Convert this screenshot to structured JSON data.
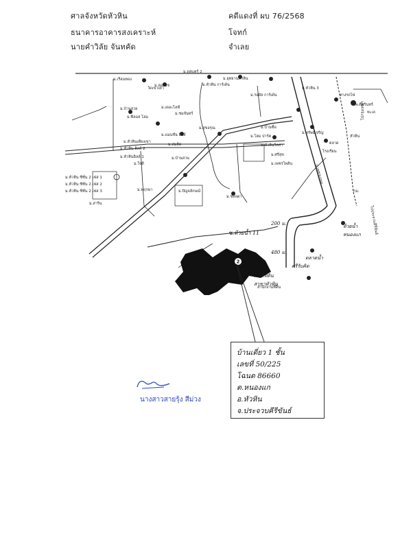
{
  "header": {
    "court": "ศาลจังหวัดหัวหิน",
    "plaintiff": "ธนาคารอาคารสงเคราะห์",
    "defendant": "นายคำวิลัย จันทคัด",
    "case_no": "คดีแดงที่ ผบ 76/2568",
    "plaintiff_role": "โจทก์",
    "defendant_role": "จำเลย"
  },
  "map": {
    "labels": [
      "ม.เรือนทอง",
      "ม.ลองบีช",
      "ม.ดูสแตร์ 2",
      "ม.อุทยานหัวหิน",
      "ม.หัวหิน การ์เด้น",
      "วัดเขาเต่า",
      "ม.บ้านสวย",
      "ม.เดอะไลฟ์",
      "ม.ฟีลอส โฮม",
      "ม.ชมจันทร์",
      "ม.หัวหินเคียงเขา",
      "ม.สุขอรุณ",
      "ม.แมนชั่น ฮิลล์",
      "ม.รอยัล การ์เด้น",
      "ม.หัวหิน ฮิลล์ 2",
      "ม.หัวหินฮิลล์ 1",
      "ม.โฮม ปาร์ค",
      "ม.หัวหินวิลล่า",
      "ม.ศรีสุข",
      "ม.สมคิด",
      "ม.บ้านสวน",
      "ม.ชลลดา",
      "ม.ใจดี",
      "ม.พฤกษา",
      "ม.หัวหิน ซีซั่น 2 เฟส 1",
      "ม.หัวหิน ซีซั่น 2 เฟส 2",
      "ม.หัวหิน ซีซั่น 2 เฟส 3",
      "ม.สาริน",
      "ม.ปัญจลักษณ์",
      "ม.บ้านซื่อ",
      "ม.หัวหิน 3",
      "ม.ทรัพย์เจริญ",
      "ม.เพชรไพลิน",
      "รพ.ศิครินทร์",
      "สำนักงานที่ดิน",
      "ทางรถไฟ",
      "ถ.เพชรเกษม",
      "ไปประจวบคีรีขันธ์",
      "ไปกรุงเทพฯ",
      "กม.",
      "ตลาด",
      "โรงเรียน",
      "หัวหิน",
      "ทะเล"
    ],
    "handwritten": {
      "road": "ซ.ห้วยน้ำ 11",
      "dist1": "200 ม.",
      "dist2": "480 ม.",
      "right1": "ห้วยน้ำ",
      "right2": "หนองแก",
      "bottom1": "สนง.ที่ดิน",
      "bottom2": "สาขาหัวหิน",
      "mid1": "ตลาดน้ำ",
      "mid2": "ศรีรับคิด",
      "marker": "2"
    }
  },
  "callout": {
    "line1": "บ้านเดี่ยว 1 ชั้น",
    "line2": "เลขที่ 50/225",
    "line3": "โฉนด 86660",
    "line4": "ต.หนองแก",
    "line5": "อ.หัวหิน",
    "line6": "จ.ประจวบคีรีขันธ์"
  },
  "signature": {
    "name": "นางสาวสายรุ้ง สีม่วง",
    "color": "#2b45c8"
  }
}
